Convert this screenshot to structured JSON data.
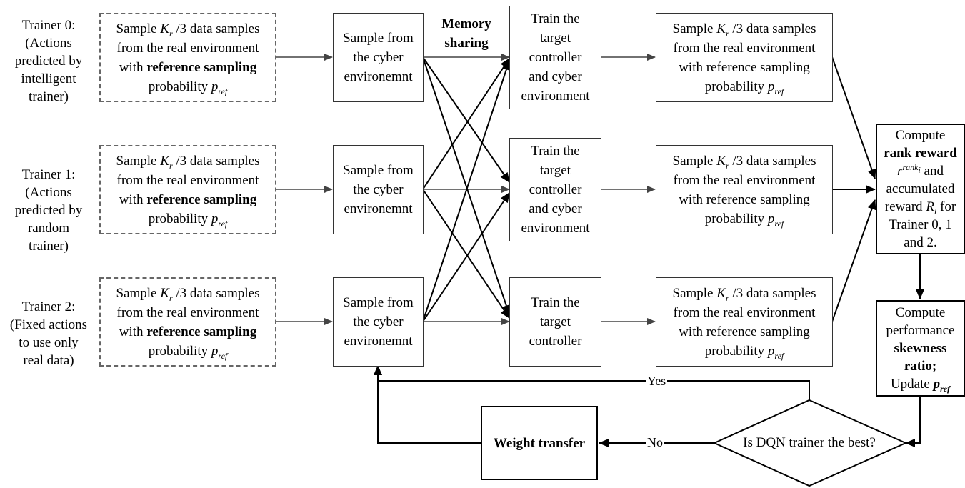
{
  "trainers": [
    {
      "lines": [
        "Trainer 0:",
        "(Actions",
        "predicted by",
        "intelligent",
        "trainer)"
      ]
    },
    {
      "lines": [
        "Trainer 1:",
        "(Actions",
        "predicted by",
        "random",
        "trainer)"
      ]
    },
    {
      "lines": [
        "Trainer 2:",
        "(Fixed actions",
        "to use only",
        "real data)"
      ]
    }
  ],
  "sample_real": {
    "line1_pre": "Sample ",
    "K": "K",
    "r": "r",
    "line1_post": " /3 data samples",
    "line2": "from the real environment",
    "line3_pre": "with ",
    "line3_bold": "reference sampling",
    "line4_pre": "probability ",
    "p": "p",
    "ref": "ref"
  },
  "sample_real_right": {
    "line3": "with reference sampling"
  },
  "cyber": {
    "line1": "Sample from",
    "line2": "the cyber",
    "line3": "environemnt"
  },
  "memory_sharing": {
    "line1": "Memory",
    "line2": "sharing"
  },
  "train_boxes": [
    {
      "lines": [
        "Train the",
        "target",
        "controller",
        "and cyber",
        "environment"
      ]
    },
    {
      "lines": [
        "Train the",
        "target",
        "controller",
        "and cyber",
        "environment"
      ]
    },
    {
      "lines": [
        "Train the",
        "target",
        "controller"
      ]
    }
  ],
  "rank": {
    "l1": "Compute",
    "l2": "rank reward",
    "r": "r",
    "rank": "rank",
    "i": "i",
    "l3_post": " and",
    "l4": "accumulated",
    "l5_pre": "reward ",
    "R": "R",
    "Ri": "i",
    "l5_post": " for",
    "l6": "Trainer 0, 1",
    "l7": "and 2."
  },
  "skew": {
    "l1": "Compute",
    "l2": "performance",
    "l3": "skewness",
    "l4": "ratio;",
    "l5_pre": "Update ",
    "p": "p",
    "ref": "ref"
  },
  "decision": "Is DQN trainer the best?",
  "yes": "Yes",
  "no": "No",
  "weight_transfer": "Weight transfer"
}
